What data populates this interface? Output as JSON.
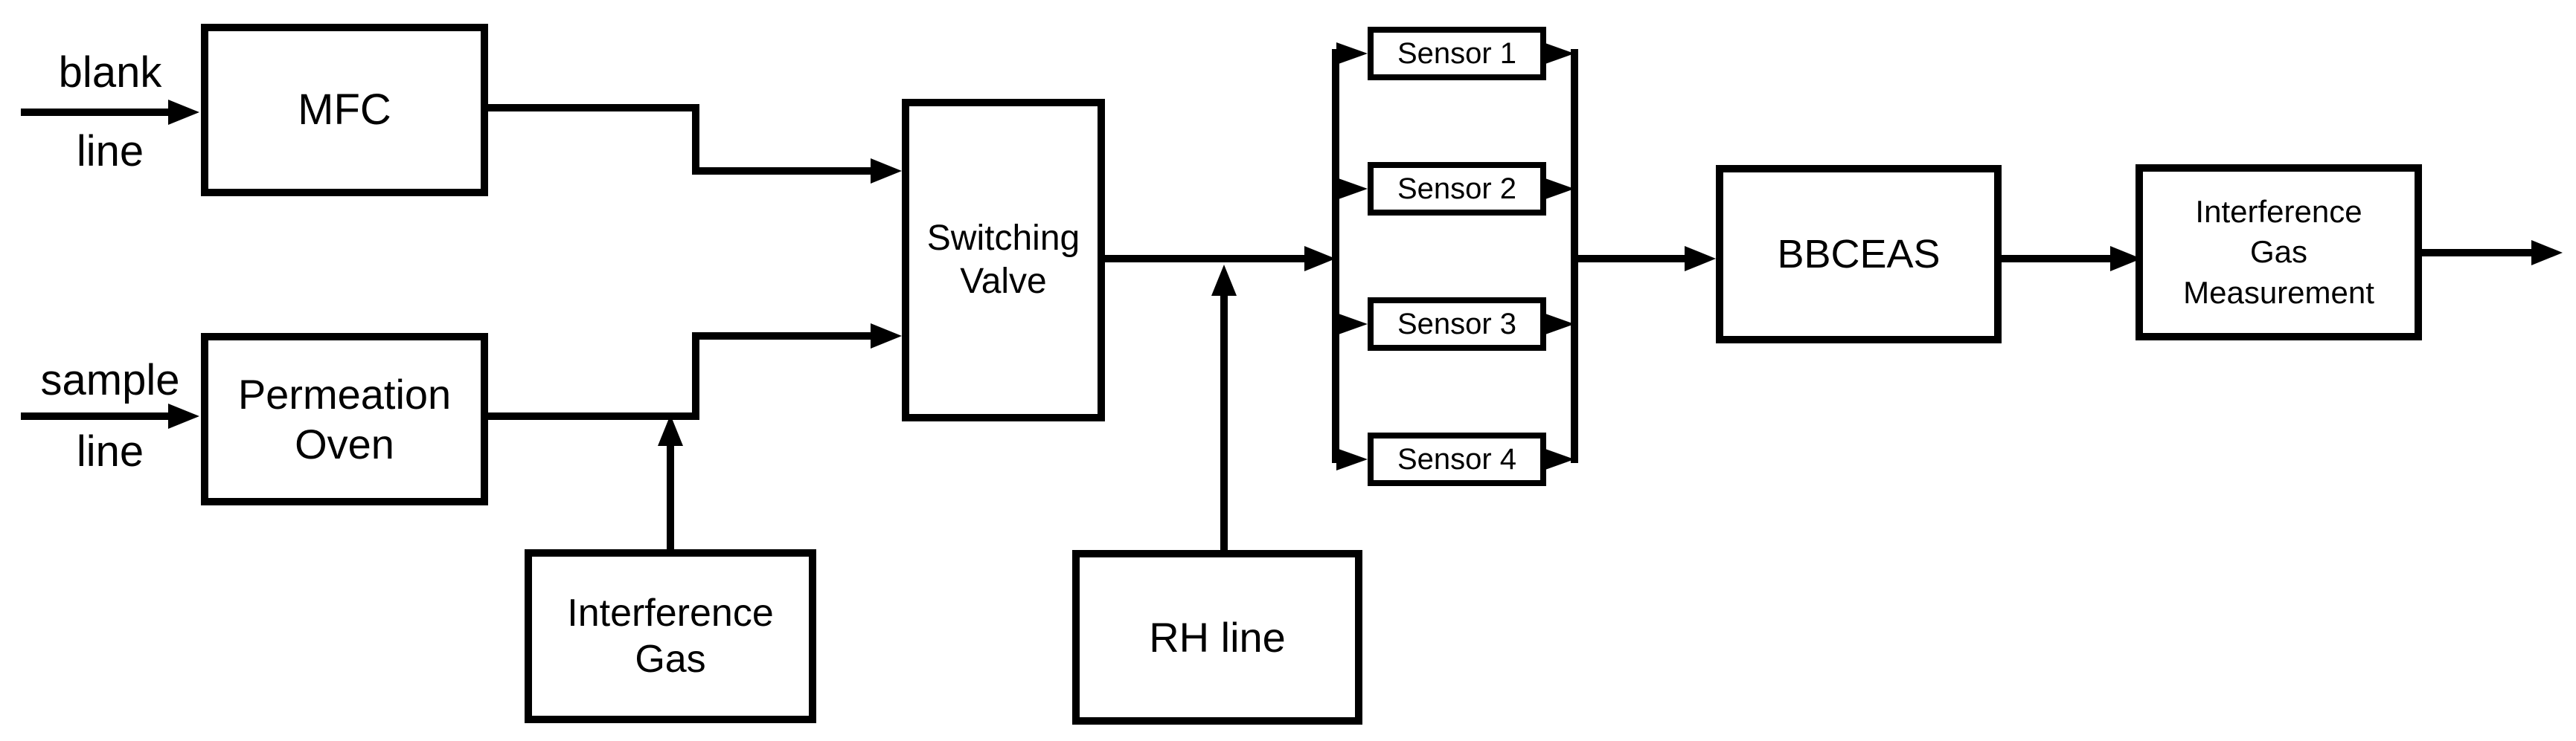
{
  "colors": {
    "ink": "#000000",
    "paper": "#ffffff"
  },
  "inlets": {
    "blank": {
      "word_top": "blank",
      "word_bottom": "line"
    },
    "sample": {
      "word_top": "sample",
      "word_bottom": "line"
    }
  },
  "boxes": {
    "mfc": {
      "label": "MFC"
    },
    "permeation_oven": {
      "label": "Permeation\nOven"
    },
    "interference_gas": {
      "label": "Interference\nGas"
    },
    "switching_valve": {
      "label": "Switching\nValve"
    },
    "rh_line": {
      "label": "RH line"
    },
    "bbceas": {
      "label": "BBCEAS"
    },
    "interference_gas_measurement": {
      "label": "Interference\nGas\nMeasurement"
    }
  },
  "sensors": [
    {
      "label": "Sensor 1"
    },
    {
      "label": "Sensor 2"
    },
    {
      "label": "Sensor 3"
    },
    {
      "label": "Sensor 4"
    }
  ]
}
